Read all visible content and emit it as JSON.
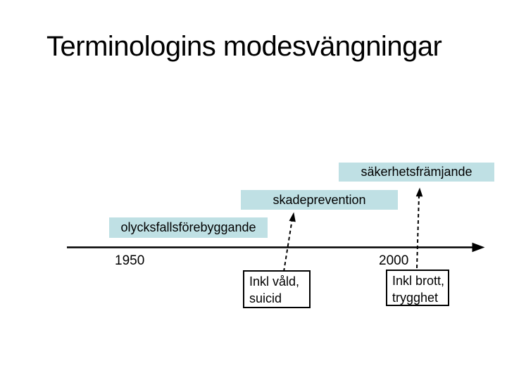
{
  "slide": {
    "title": "Terminologins modesvängningar"
  },
  "timeline": {
    "start_label": "1950",
    "end_label": "2000",
    "terms": [
      {
        "label": "olycksfallsförebyggande"
      },
      {
        "label": "skadeprevention"
      },
      {
        "label": "säkerhetsfrämjande"
      }
    ]
  },
  "notes": {
    "vald": {
      "line1": "Inkl våld,",
      "line2": "suicid"
    },
    "brott": {
      "line1": "Inkl brott,",
      "line2": "trygghet"
    }
  },
  "colors": {
    "term_box_fill": "#bfe0e4",
    "note_box_fill": "#ffffff",
    "line_color": "#000000",
    "text_color": "#000000",
    "background": "#ffffff"
  }
}
